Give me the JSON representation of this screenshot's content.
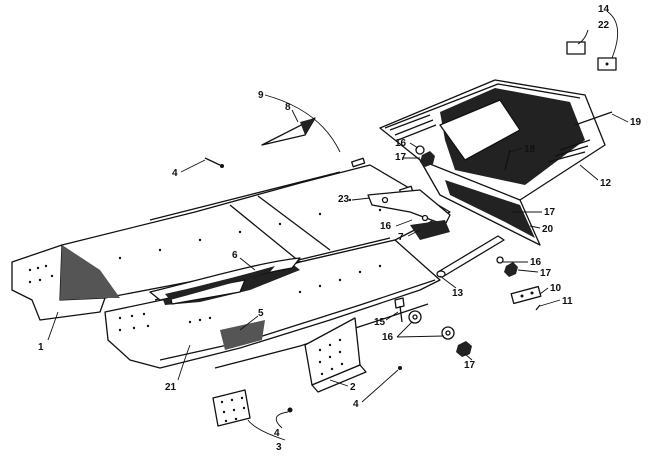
{
  "callouts": [
    {
      "id": "c1",
      "label": "1"
    },
    {
      "id": "c2",
      "label": "2"
    },
    {
      "id": "c3",
      "label": "3"
    },
    {
      "id": "c4a",
      "label": "4"
    },
    {
      "id": "c4b",
      "label": "4"
    },
    {
      "id": "c4c",
      "label": "4"
    },
    {
      "id": "c5",
      "label": "5"
    },
    {
      "id": "c6",
      "label": "6"
    },
    {
      "id": "c7",
      "label": "7"
    },
    {
      "id": "c8",
      "label": "8"
    },
    {
      "id": "c9",
      "label": "9"
    },
    {
      "id": "c10",
      "label": "10"
    },
    {
      "id": "c11",
      "label": "11"
    },
    {
      "id": "c12",
      "label": "12"
    },
    {
      "id": "c13",
      "label": "13"
    },
    {
      "id": "c14",
      "label": "14"
    },
    {
      "id": "c15",
      "label": "15"
    },
    {
      "id": "c16a",
      "label": "16"
    },
    {
      "id": "c16b",
      "label": "16"
    },
    {
      "id": "c16c",
      "label": "16"
    },
    {
      "id": "c16d",
      "label": "16"
    },
    {
      "id": "c17a",
      "label": "17"
    },
    {
      "id": "c17b",
      "label": "17"
    },
    {
      "id": "c17c",
      "label": "17"
    },
    {
      "id": "c17d",
      "label": "17"
    },
    {
      "id": "c18",
      "label": "18"
    },
    {
      "id": "c19",
      "label": "19"
    },
    {
      "id": "c20",
      "label": "20"
    },
    {
      "id": "c21",
      "label": "21"
    },
    {
      "id": "c22",
      "label": "22"
    },
    {
      "id": "c23",
      "label": "23"
    }
  ]
}
